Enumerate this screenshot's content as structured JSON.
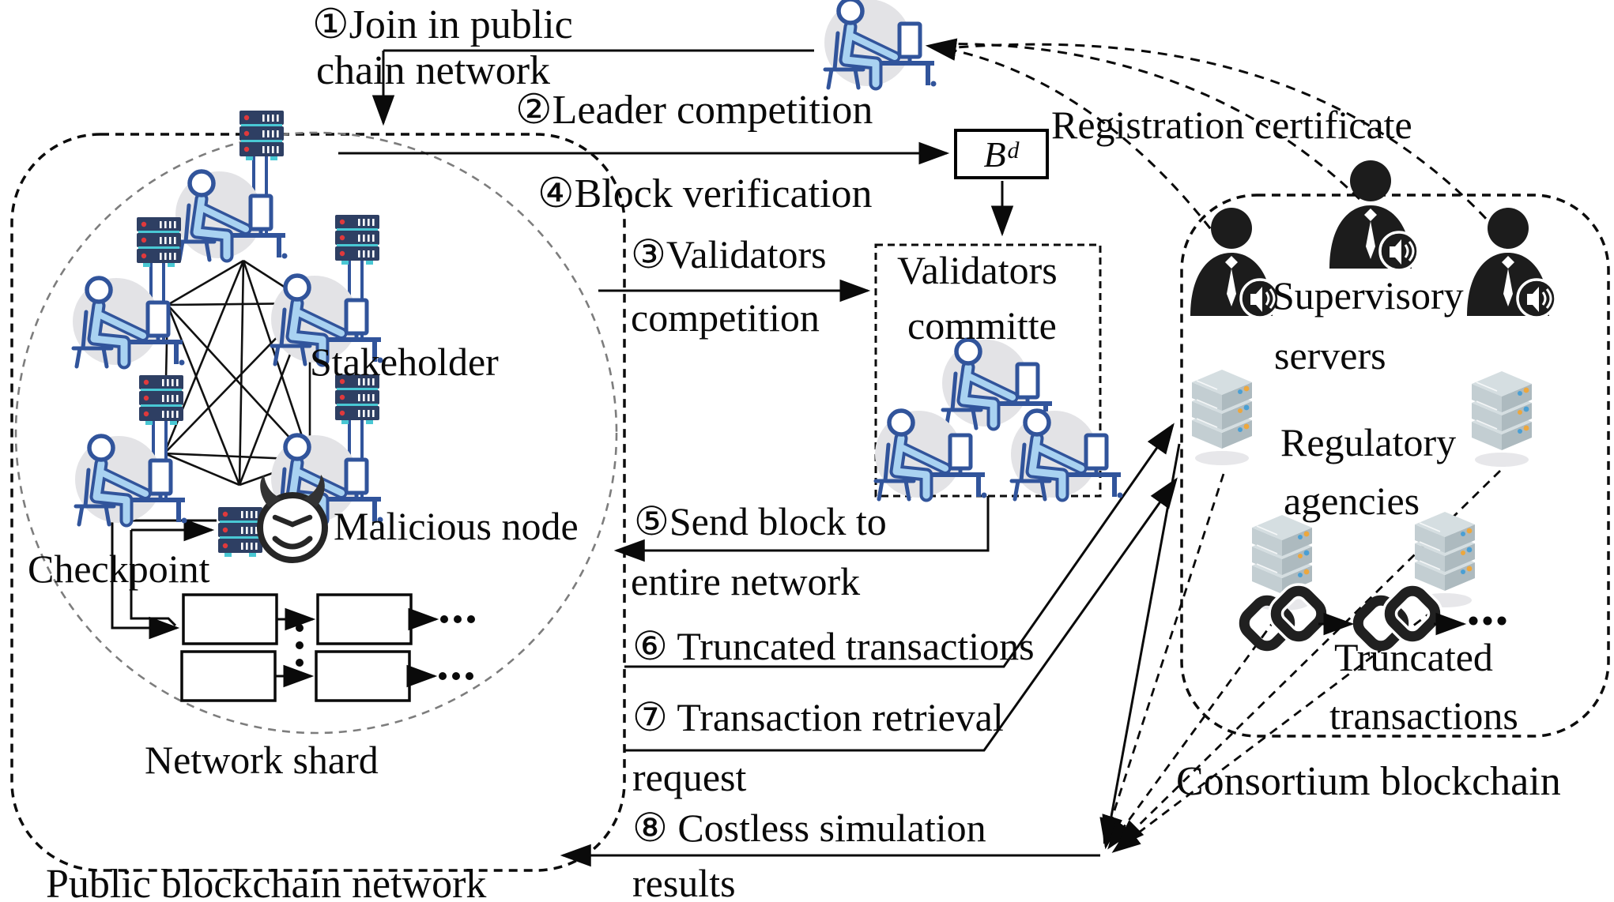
{
  "flows": {
    "s1a": "①Join in public",
    "s1b": "chain network",
    "s2": "②Leader competition",
    "s3a": "③Validators",
    "s3b": "competition",
    "s4": "④Block verification",
    "s5a": "⑤Send block to",
    "s5b": "entire network",
    "s6": "⑥ Truncated transactions",
    "s7a": "⑦ Transaction retrieval",
    "s7b": "request",
    "s8a": "⑧ Costless simulation",
    "s8b": "results"
  },
  "public_network": {
    "title": "Public blockchain network",
    "shard_label": "Network shard",
    "stakeholder_label": "Stakeholder",
    "malicious_label": "Malicious node",
    "checkpoint_label": "Checkpoint"
  },
  "leader_block": {
    "base": "B",
    "sup": "d"
  },
  "validators_box": {
    "line1": "Validators",
    "line2": "committe"
  },
  "consortium": {
    "title": "Consortium blockchain",
    "supervisory_line1": "Supervisory",
    "supervisory_line2": "servers",
    "regulatory_line1": "Regulatory",
    "regulatory_line2": "agencies",
    "truncated_line1": "Truncated",
    "truncated_line2": "transactions"
  },
  "registration_label": "Registration certificate",
  "icons": [
    "stakeholder-person-icon",
    "server-rack-icon",
    "malicious-devil-icon",
    "supervisor-megaphone-icon",
    "regulatory-server-icon",
    "chain-link-icon"
  ],
  "colors": {
    "ink": "#0a0a0a",
    "person_outline": "#31549b",
    "person_fill": "#a9d2f1",
    "background_circle": "#e3e3e6",
    "server_navy": "#2e3f63",
    "server_cyan": "#49c8d4",
    "server_red": "#e0393c",
    "iso_server_top": "#d5dee1",
    "accent_orange": "#eda73d",
    "accent_blue": "#4a9fd4",
    "black_icon": "#1c1c1c"
  }
}
